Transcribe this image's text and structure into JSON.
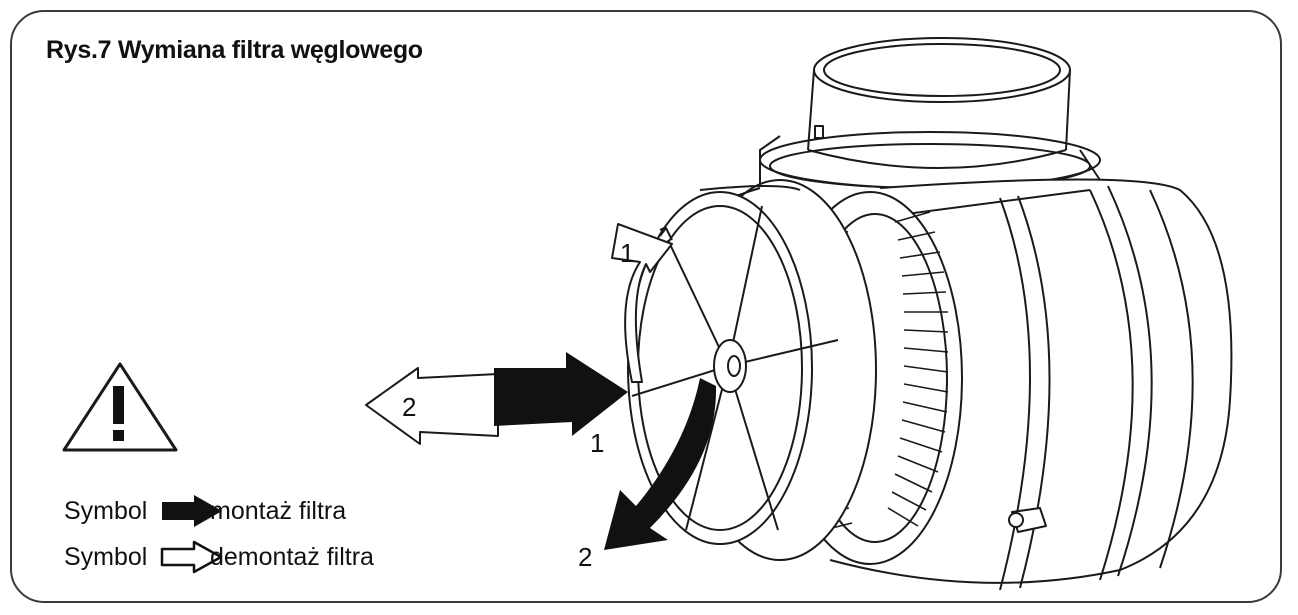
{
  "title": "Rys.7 Wymiana filtra węglowego",
  "callouts": {
    "rotate_release": "1",
    "pull_out": "2",
    "push_in": "1",
    "rotate_lock": "2"
  },
  "legend": [
    {
      "word": "Symbol",
      "text": "montaż filtra",
      "arrow": "filled"
    },
    {
      "word": "Symbol",
      "text": "demontaż filtra",
      "arrow": "outline"
    }
  ],
  "icons": {
    "warning": "warning-triangle-icon"
  },
  "colors": {
    "line": "#1a1a1a",
    "fill_dark": "#111111",
    "background": "#ffffff"
  }
}
